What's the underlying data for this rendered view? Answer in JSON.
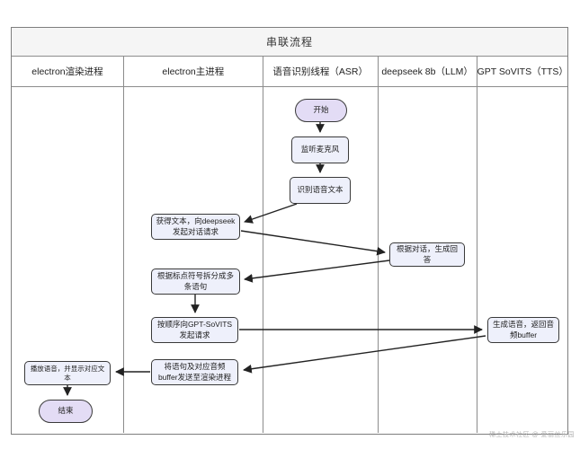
{
  "diagram": {
    "title": "串联流程",
    "lanes": [
      {
        "label": "electron渲染进程"
      },
      {
        "label": "electron主进程"
      },
      {
        "label": "语音识别线程（ASR）"
      },
      {
        "label": "deepseek 8b（LLM）"
      },
      {
        "label": "GPT SoVITS（TTS）"
      }
    ],
    "nodes": {
      "start": "开始",
      "listen": "监听麦克风",
      "recognize": "识别语音文本",
      "get_text": "获得文本，向deepseek发起对话请求",
      "answer": "根据对话，生成回答",
      "split": "根据标点符号拆分成多条语句",
      "request_tts": "按顺序向GPT-SoVITS发起请求",
      "gen_audio": "生成语音，返回音频buffer",
      "send_render": "将语句及对应音频buffer发送至渲染进程",
      "play": "播放语音，并显示对应文本",
      "end": "结束"
    },
    "colors": {
      "terminal_fill": "#e3dcf5",
      "process_fill": "#eef0fb",
      "node_border": "#3a3a3a",
      "grid_border": "#8c8c8c",
      "title_bg": "#f5f5f5",
      "arrow": "#222222"
    },
    "watermark": "稀土技术社区 @ 爱丽丝乐园"
  }
}
